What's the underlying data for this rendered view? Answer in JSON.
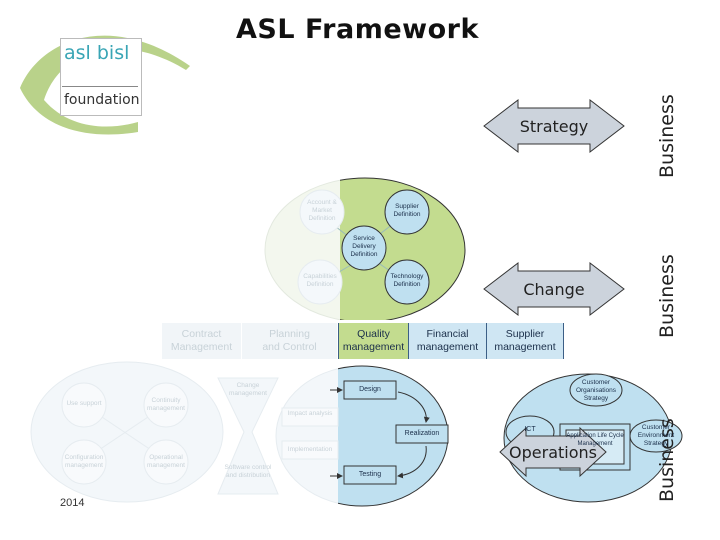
{
  "title": "ASL Framework",
  "year": "2014",
  "logo": {
    "line1_a": "asl",
    "line1_b": "bisl",
    "line2": "foundation"
  },
  "business_labels": [
    "Business",
    "Business",
    "Business"
  ],
  "arrows": {
    "strategy": "Strategy",
    "change": "Change",
    "operations": "Operations"
  },
  "strategy_cluster": {
    "faded": [
      "Account & Market Definition",
      "Capabilities Definition"
    ],
    "strong": [
      "Supplier Definition",
      "Service Delivery Definition",
      "Technology Definition"
    ]
  },
  "process_bar": {
    "faded": [
      [
        "Contract",
        "Management"
      ],
      [
        "Planning",
        "and Control"
      ]
    ],
    "strong": [
      [
        "Quality",
        "management"
      ],
      [
        "Financial",
        "management"
      ],
      [
        "Supplier",
        "management"
      ]
    ]
  },
  "operations_left": [
    "Use support",
    "Continuity management",
    "Configuration management",
    "Operational management"
  ],
  "connecting": [
    "Change management",
    "Software control and distribution"
  ],
  "application_dev": {
    "faded": [
      "Impact analysis",
      "Implementation"
    ],
    "strong": [
      "Design",
      "Realization",
      "Testing"
    ]
  },
  "right_cluster": [
    "Customer Organisations Strategy",
    "ICT",
    "Application Life Cycle Management",
    "Customer Environment Strategy"
  ],
  "colors": {
    "green": "#c3dc8f",
    "blue": "#bfe0f0",
    "accent": "#39a5b5"
  }
}
